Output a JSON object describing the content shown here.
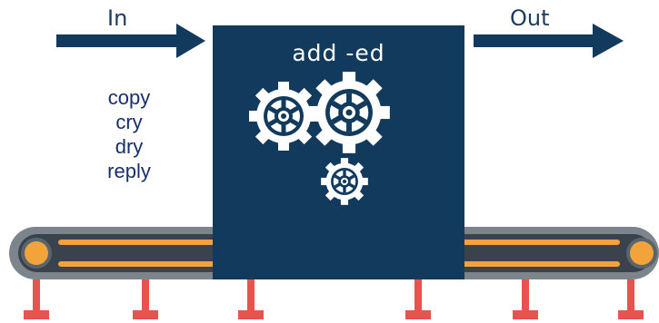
{
  "labels": {
    "in": "In",
    "out": "Out",
    "process": "add -ed"
  },
  "input_words": [
    "copy",
    "cry",
    "dry",
    "reply"
  ],
  "icons": {
    "in_arrow": "arrow-right-icon",
    "out_arrow": "arrow-right-icon",
    "gears": "gear-icon",
    "conveyor": "conveyor-belt-icon"
  },
  "colors": {
    "machine": "#123a5c",
    "arrow": "#123a5c",
    "text": "#1c3a5e",
    "words": "#17306b",
    "belt": "#7c858c",
    "belt_inner": "#3a434c",
    "roller": "#f2a33a",
    "legs": "#e8524f"
  }
}
